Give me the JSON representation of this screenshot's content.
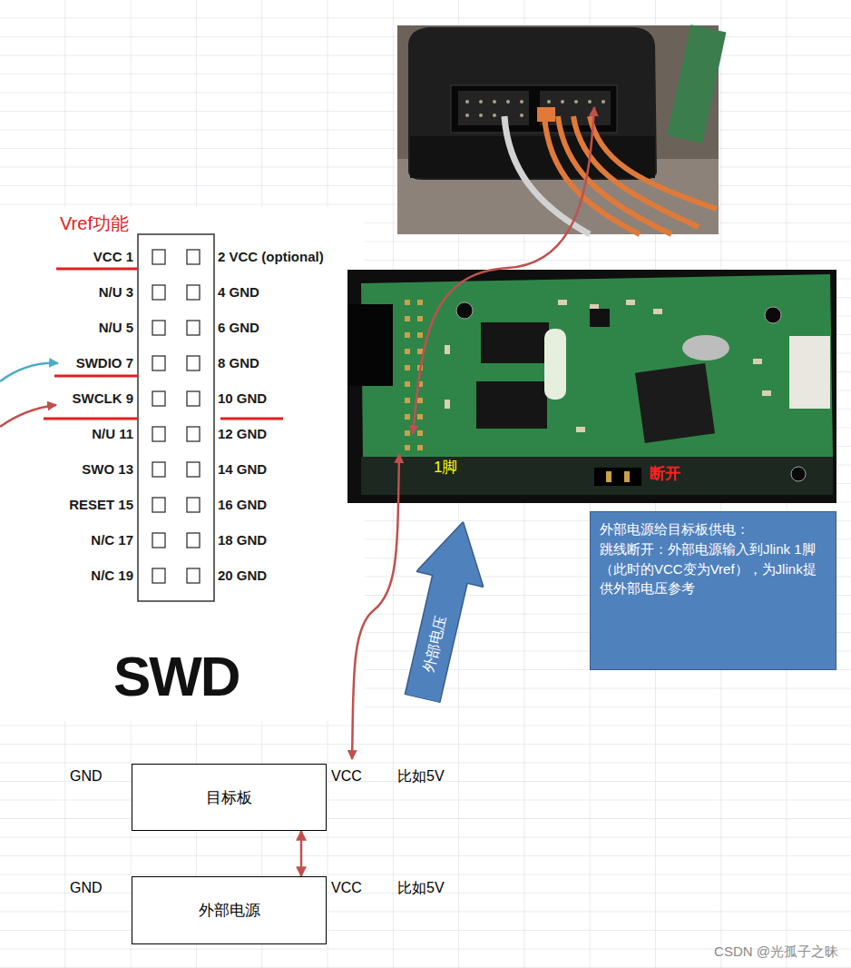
{
  "diagram": {
    "nodes": [
      {
        "text": [
          "外部电源给目标板供电：",
          "跳线断开：外部电源输入到Jlink 1脚（此时的VCC变为Vref），为Jlink提供外部电压参考"
        ]
      },
      {
        "text": [
          "外部电压"
        ]
      },
      {
        "text": [
          "目标板"
        ]
      },
      {
        "text": [
          "外部电源"
        ]
      }
    ],
    "edges": [
      {
        "from": 3,
        "to": 2,
        "arrow": "both"
      }
    ],
    "labels": [
      "Vref功能",
      "VCC 1",
      "2 VCC (optional)",
      "N/U 3",
      "4 GND",
      "N/U 5",
      "6 GND",
      "SWDIO 7",
      "8 GND",
      "SWCLK 9",
      "10 GND",
      "N/U 11",
      "12 GND",
      "SWO 13",
      "14 GND",
      "RESET 15",
      "16 GND",
      "N/C 17",
      "18 GND",
      "N/C 19",
      "20 GND",
      "SWD",
      "1脚",
      "断开",
      "GND",
      "VCC",
      "比如5V",
      "GND",
      "VCC",
      "比如5V",
      "CSDN @光孤子之昧"
    ]
  }
}
